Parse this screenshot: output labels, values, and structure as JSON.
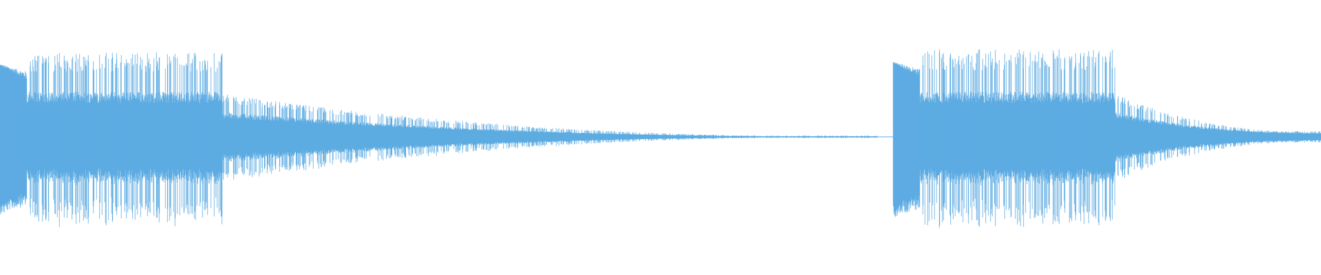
{
  "waveform": {
    "color": "#5dabe2",
    "background": "#ffffff",
    "segments": [
      {
        "name": "first-sound",
        "start_fraction": 0.0,
        "end_fraction": 0.664,
        "attack_peak": 0.53,
        "body_peak": 0.62,
        "body_floor": 0.33,
        "body_end_fraction": 0.168,
        "decay_to": 0.0
      },
      {
        "name": "second-sound",
        "start_fraction": 0.676,
        "end_fraction": 1.0,
        "attack_peak": 0.55,
        "body_peak": 0.64,
        "body_floor": 0.33,
        "body_end_fraction": 0.844,
        "decay_to": 0.03
      }
    ],
    "silence_gap": {
      "start_fraction": 0.664,
      "end_fraction": 0.676
    }
  }
}
